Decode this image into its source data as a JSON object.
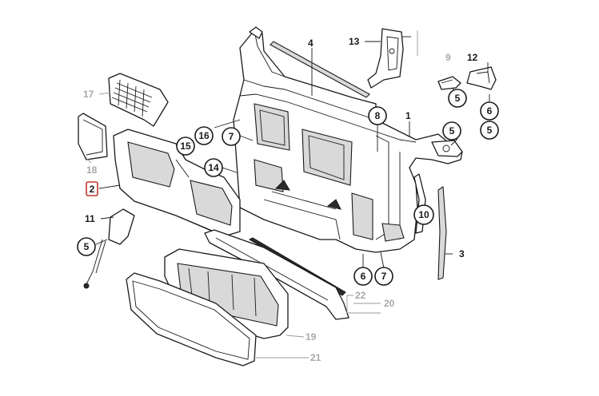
{
  "callouts": {
    "c1": "1",
    "c2": "2",
    "c3": "3",
    "c4": "4",
    "c5a": "5",
    "c5b": "5",
    "c5c": "5",
    "c5d": "5",
    "c6a": "6",
    "c6b": "6",
    "c7a": "7",
    "c7b": "7",
    "c8": "8",
    "c9": "9",
    "c10": "10",
    "c11": "11",
    "c12": "12",
    "c13": "13",
    "c14": "14",
    "c15": "15",
    "c16": "16",
    "c17": "17",
    "c18": "18",
    "c19": "19",
    "c20": "20",
    "c21": "21",
    "c22": "22"
  },
  "highlighted_part": "2",
  "colors": {
    "highlight": "#c0392b",
    "secondary_label": "#a8a8a8",
    "ink": "#1a1a1a"
  }
}
